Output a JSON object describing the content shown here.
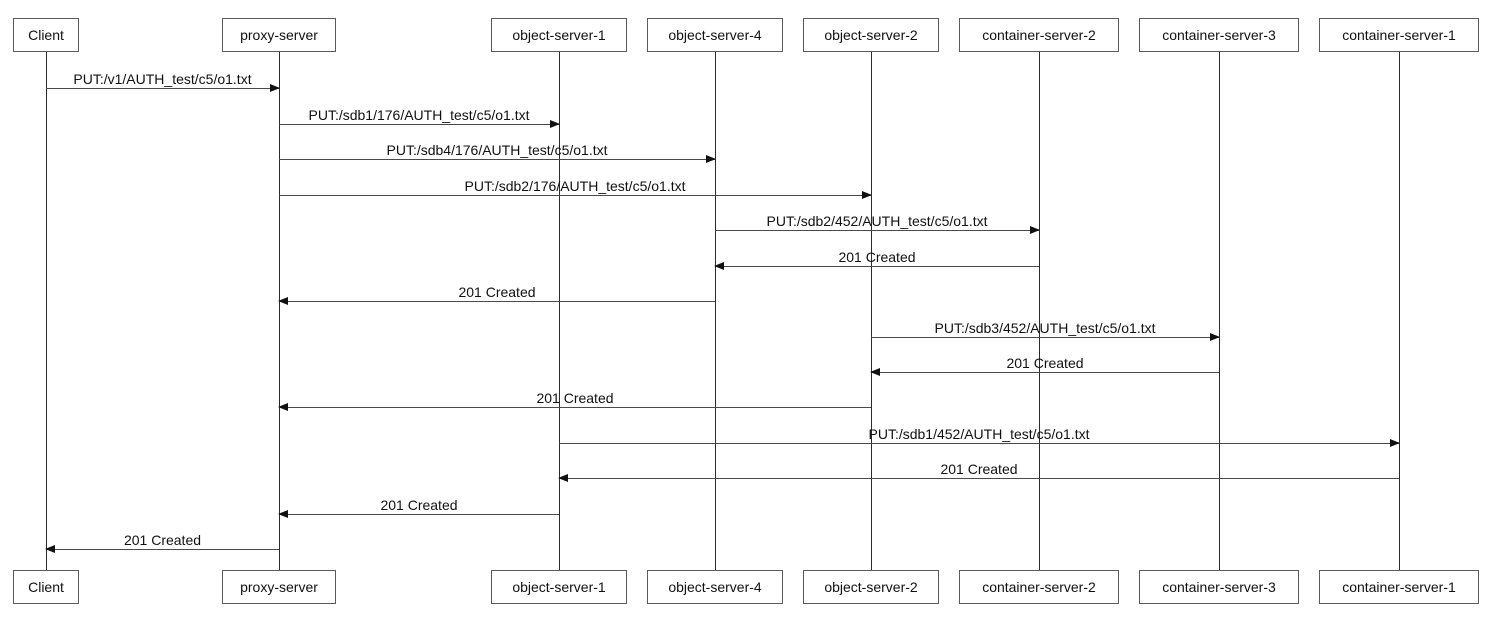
{
  "diagram": {
    "type": "sequence",
    "participants": [
      {
        "name": "Client"
      },
      {
        "name": "proxy-server"
      },
      {
        "name": "object-server-1"
      },
      {
        "name": "object-server-4"
      },
      {
        "name": "object-server-2"
      },
      {
        "name": "container-server-2"
      },
      {
        "name": "container-server-3"
      },
      {
        "name": "container-server-1"
      }
    ],
    "messages": [
      {
        "from": "Client",
        "to": "proxy-server",
        "label": "PUT:/v1/AUTH_test/c5/o1.txt"
      },
      {
        "from": "proxy-server",
        "to": "object-server-1",
        "label": "PUT:/sdb1/176/AUTH_test/c5/o1.txt"
      },
      {
        "from": "proxy-server",
        "to": "object-server-4",
        "label": "PUT:/sdb4/176/AUTH_test/c5/o1.txt"
      },
      {
        "from": "proxy-server",
        "to": "object-server-2",
        "label": "PUT:/sdb2/176/AUTH_test/c5/o1.txt"
      },
      {
        "from": "object-server-4",
        "to": "container-server-2",
        "label": "PUT:/sdb2/452/AUTH_test/c5/o1.txt"
      },
      {
        "from": "container-server-2",
        "to": "object-server-4",
        "label": "201 Created"
      },
      {
        "from": "object-server-4",
        "to": "proxy-server",
        "label": "201 Created"
      },
      {
        "from": "object-server-2",
        "to": "container-server-3",
        "label": "PUT:/sdb3/452/AUTH_test/c5/o1.txt"
      },
      {
        "from": "container-server-3",
        "to": "object-server-2",
        "label": "201 Created"
      },
      {
        "from": "object-server-2",
        "to": "proxy-server",
        "label": "201 Created"
      },
      {
        "from": "object-server-1",
        "to": "container-server-1",
        "label": "PUT:/sdb1/452/AUTH_test/c5/o1.txt"
      },
      {
        "from": "container-server-1",
        "to": "object-server-1",
        "label": "201 Created"
      },
      {
        "from": "object-server-1",
        "to": "proxy-server",
        "label": "201 Created"
      },
      {
        "from": "proxy-server",
        "to": "Client",
        "label": "201 Created"
      }
    ],
    "colors": {
      "background": "#ffffff",
      "box_border": "#5b5b5b",
      "line": "#4a4a4a",
      "text": "#111111"
    }
  }
}
